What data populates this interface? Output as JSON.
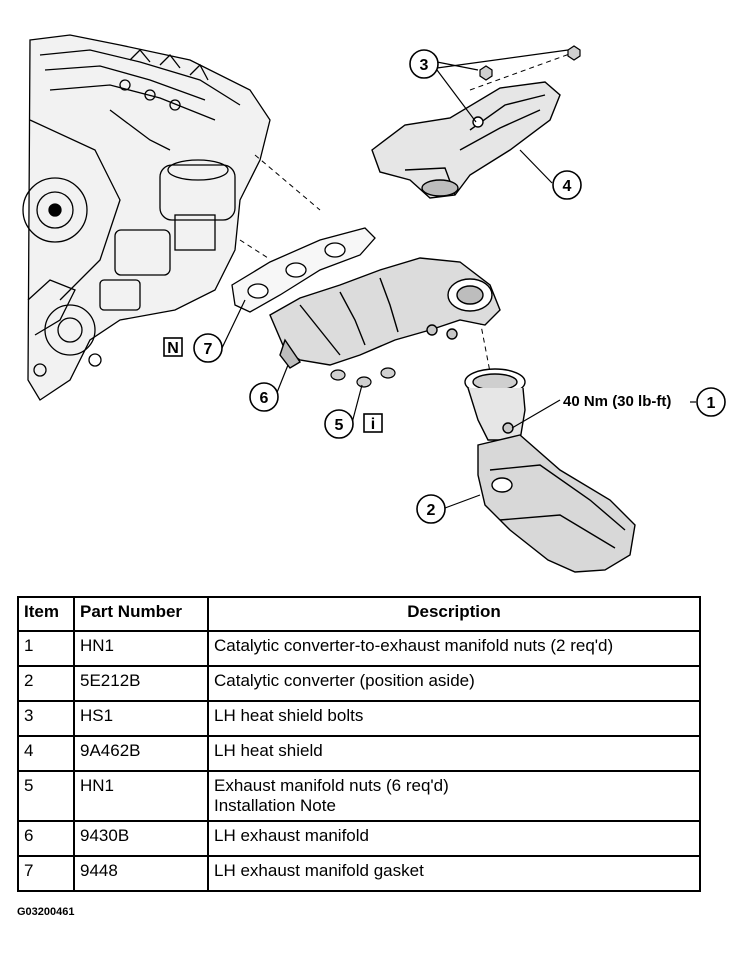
{
  "callouts": {
    "c1": "1",
    "c2": "2",
    "c3": "3",
    "c4": "4",
    "c5": "5",
    "c6": "6",
    "c7": "7",
    "torque": "40 Nm (30 lb-ft)",
    "symbol_n": "N",
    "symbol_i": "i"
  },
  "table": {
    "headers": [
      "Item",
      "Part Number",
      "Description"
    ],
    "rows": [
      {
        "item": "1",
        "part": "HN1",
        "desc": "Catalytic converter-to-exhaust manifold nuts (2 req'd)",
        "note": ""
      },
      {
        "item": "2",
        "part": "5E212B",
        "desc": "Catalytic converter (position aside)",
        "note": ""
      },
      {
        "item": "3",
        "part": "HS1",
        "desc": "LH heat shield bolts",
        "note": ""
      },
      {
        "item": "4",
        "part": "9A462B",
        "desc": "LH heat shield",
        "note": ""
      },
      {
        "item": "5",
        "part": "HN1",
        "desc": "Exhaust manifold nuts (6 req'd)",
        "note": "Installation Note"
      },
      {
        "item": "6",
        "part": "9430B",
        "desc": "LH exhaust manifold",
        "note": ""
      },
      {
        "item": "7",
        "part": "9448",
        "desc": "LH exhaust manifold gasket",
        "note": ""
      }
    ]
  },
  "figure_id": "G03200461"
}
